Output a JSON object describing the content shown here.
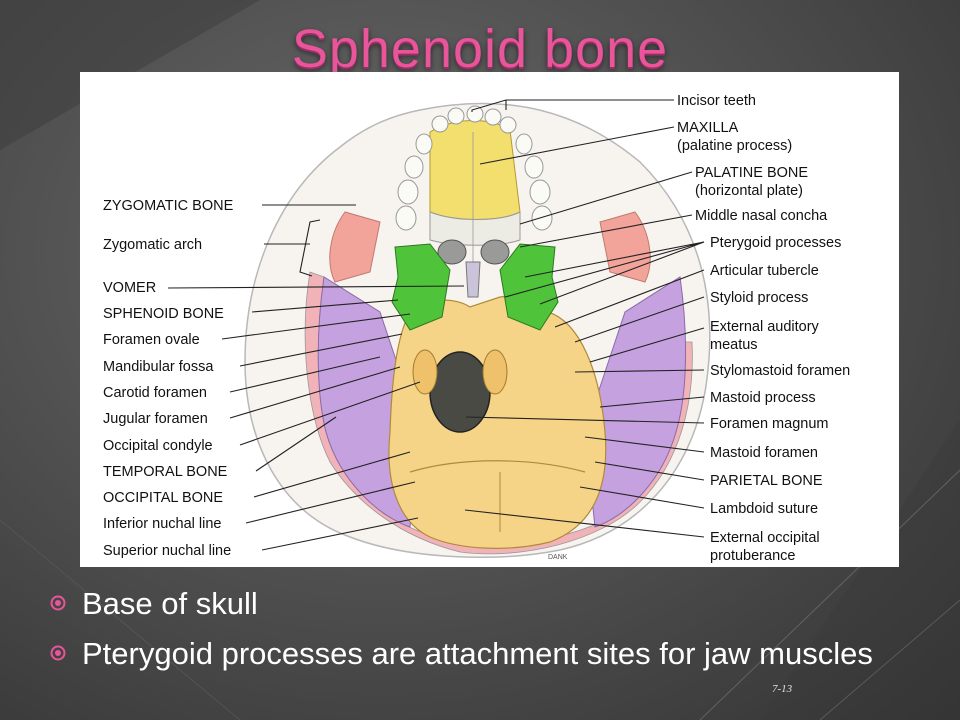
{
  "slide": {
    "title": "Sphenoid bone",
    "slide_number": "7-13",
    "bullets": [
      "Base of skull",
      "Pterygoid processes are attachment sites for jaw muscles"
    ]
  },
  "figure": {
    "signature": "DANK",
    "labels_left": [
      "ZYGOMATIC BONE",
      "Zygomatic arch",
      "VOMER",
      "SPHENOID BONE",
      "Foramen ovale",
      "Mandibular fossa",
      "Carotid foramen",
      "Jugular foramen",
      "Occipital condyle",
      "TEMPORAL BONE",
      "OCCIPITAL BONE",
      "Inferior nuchal line",
      "Superior nuchal line"
    ],
    "labels_right": [
      [
        "Incisor teeth"
      ],
      [
        "MAXILLA",
        "(palatine process)"
      ],
      [
        "PALATINE BONE",
        "(horizontal plate)"
      ],
      [
        "Middle nasal concha"
      ],
      [
        "Pterygoid processes"
      ],
      [
        "Articular tubercle"
      ],
      [
        "Styloid process"
      ],
      [
        "External auditory",
        "meatus"
      ],
      [
        "Stylomastoid foramen"
      ],
      [
        "Mastoid process"
      ],
      [
        "Foramen magnum"
      ],
      [
        "Mastoid foramen"
      ],
      [
        "PARIETAL BONE"
      ],
      [
        "Lambdoid suture"
      ],
      [
        "External occipital",
        "protuberance"
      ]
    ]
  },
  "colors": {
    "title": "#e8559a",
    "maxilla": "#f3df6e",
    "sphenoid": "#4fc43a",
    "temporal": "#c5a1e0",
    "occipital": "#f6d487",
    "zygomatic": "#f2a39a",
    "parietal": "#f1b3b8"
  }
}
